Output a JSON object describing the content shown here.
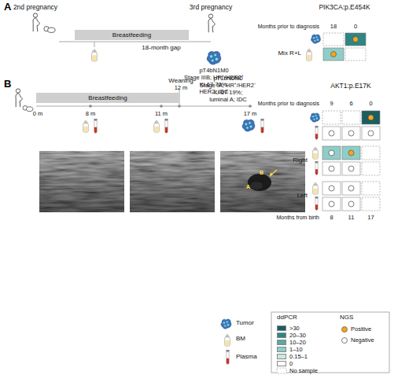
{
  "diagram": {
    "nodes": [
      {
        "text": [
          "Breastfeeding"
        ]
      },
      {
        "text": [
          "Breastfeeding"
        ]
      }
    ],
    "labels": [
      "A",
      "2nd pregnancy",
      "3rd pregnancy",
      "18-month gap",
      "pT4bN1M0",
      "Stage IIIB; HR⁺/HER2⁺",
      "Ki-67 70%;",
      "HER2; IDC",
      "PIK3CA:p.E454K",
      "Months prior to diagnosis",
      "18",
      "0",
      "Mix R+L",
      "B",
      "0 m",
      "8 m",
      "11 m",
      "Weaning",
      "12 m",
      "17 m",
      "pT1bN0M0",
      "Stage IA; HR⁺/HER2⁻",
      "Ki-67 19%;",
      "luminal A; IDC",
      "A",
      "B",
      "AKT1:p.E17K",
      "Months prior to diagnosis",
      "9",
      "6",
      "0",
      "Right",
      "Left",
      "Months from birth",
      "8",
      "11",
      "17",
      "ddPCR",
      "NGS"
    ],
    "legend": [
      {
        "text": "Tumor"
      },
      {
        "text": "BM"
      },
      {
        "text": "Plasma"
      },
      {
        "text": ">30",
        "color": "#1b5e60"
      },
      {
        "text": "20–30",
        "color": "#2e8584"
      },
      {
        "text": "10–20",
        "color": "#5aa8a5"
      },
      {
        "text": "1–10",
        "color": "#8fcdc8"
      },
      {
        "text": "0.15–1",
        "color": "#c9e8e4"
      },
      {
        "text": "0",
        "color": "#ffffff"
      },
      {
        "text": "No sample"
      },
      {
        "text": "Positive"
      },
      {
        "text": "Negative"
      }
    ]
  }
}
